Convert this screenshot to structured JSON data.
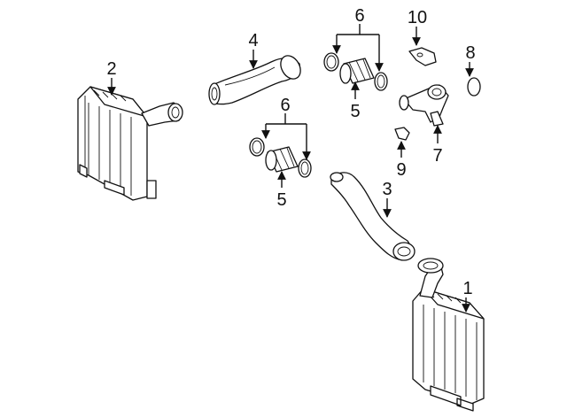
{
  "callouts": [
    {
      "id": "intercooler-right",
      "number": "1"
    },
    {
      "id": "intercooler-left",
      "number": "2"
    },
    {
      "id": "hose-lower",
      "number": "3"
    },
    {
      "id": "hose-upper",
      "number": "4"
    },
    {
      "id": "boot-upper",
      "number": "5"
    },
    {
      "id": "boot-lower",
      "number": "5"
    },
    {
      "id": "clamp-pair-upper",
      "number": "6"
    },
    {
      "id": "clamp-pair-lower",
      "number": "6"
    },
    {
      "id": "connector-pipe",
      "number": "7"
    },
    {
      "id": "o-ring",
      "number": "8"
    },
    {
      "id": "clip",
      "number": "9"
    },
    {
      "id": "bracket",
      "number": "10"
    }
  ]
}
